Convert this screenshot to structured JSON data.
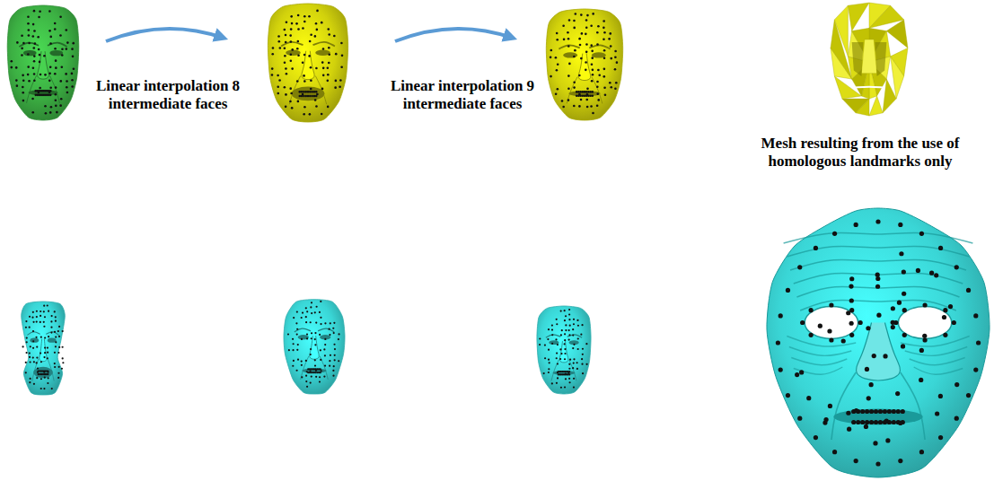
{
  "diagram": {
    "labels": [
      "Linear interpolation 8 intermediate faces",
      "Linear interpolation 9 intermediate faces",
      "Mesh resulting from the use of homologous landmarks only"
    ]
  }
}
